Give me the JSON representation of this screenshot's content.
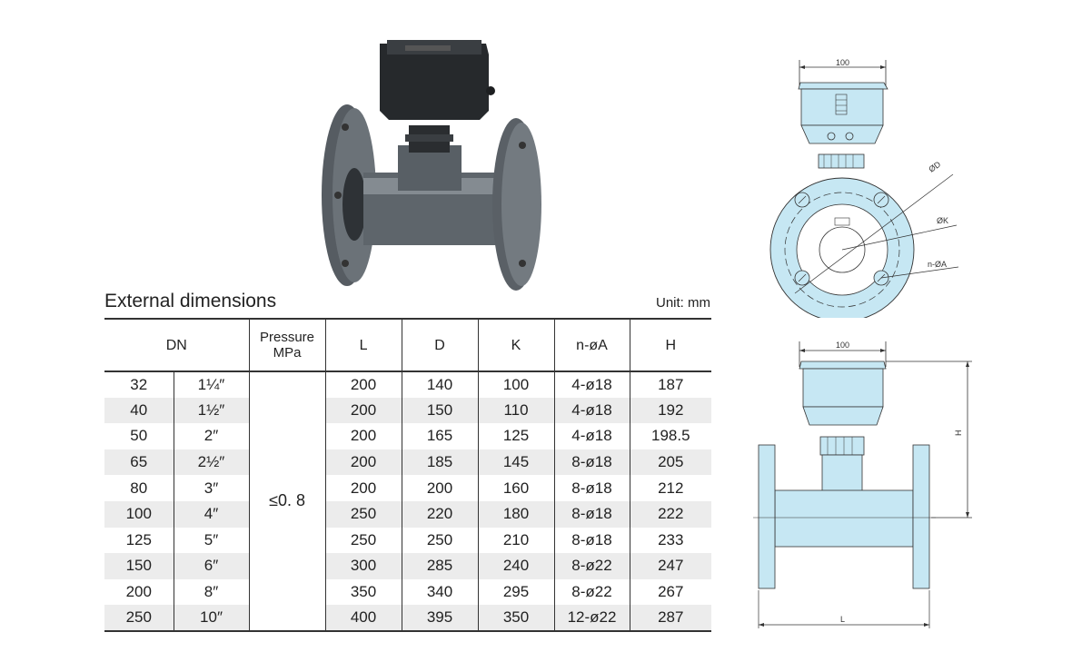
{
  "heading": {
    "title": "External dimensions",
    "unit": "Unit: mm"
  },
  "table": {
    "headers": {
      "dn": "DN",
      "pressure_line1": "Pressure",
      "pressure_line2": "MPa",
      "l": "L",
      "d": "D",
      "k": "K",
      "holes": "n-øA",
      "h": "H"
    },
    "pressure_value": "≤0. 8",
    "rows": [
      {
        "dn_mm": "32",
        "dn_in": "1¼″",
        "l": "200",
        "d": "140",
        "k": "100",
        "holes": "4-ø18",
        "h": "187"
      },
      {
        "dn_mm": "40",
        "dn_in": "1½″",
        "l": "200",
        "d": "150",
        "k": "110",
        "holes": "4-ø18",
        "h": "192"
      },
      {
        "dn_mm": "50",
        "dn_in": "2″",
        "l": "200",
        "d": "165",
        "k": "125",
        "holes": "4-ø18",
        "h": "198.5"
      },
      {
        "dn_mm": "65",
        "dn_in": "2½″",
        "l": "200",
        "d": "185",
        "k": "145",
        "holes": "8-ø18",
        "h": "205"
      },
      {
        "dn_mm": "80",
        "dn_in": "3″",
        "l": "200",
        "d": "200",
        "k": "160",
        "holes": "8-ø18",
        "h": "212"
      },
      {
        "dn_mm": "100",
        "dn_in": "4″",
        "l": "250",
        "d": "220",
        "k": "180",
        "holes": "8-ø18",
        "h": "222"
      },
      {
        "dn_mm": "125",
        "dn_in": "5″",
        "l": "250",
        "d": "250",
        "k": "210",
        "holes": "8-ø18",
        "h": "233"
      },
      {
        "dn_mm": "150",
        "dn_in": "6″",
        "l": "300",
        "d": "285",
        "k": "240",
        "holes": "8-ø22",
        "h": "247"
      },
      {
        "dn_mm": "200",
        "dn_in": "8″",
        "l": "350",
        "d": "340",
        "k": "295",
        "holes": "8-ø22",
        "h": "267"
      },
      {
        "dn_mm": "250",
        "dn_in": "10″",
        "l": "400",
        "d": "395",
        "k": "350",
        "holes": "12-ø22",
        "h": "287"
      }
    ]
  },
  "drawing_top": {
    "width_label": "100",
    "d_label": "ØD",
    "k_label": "ØK",
    "hole_label": "n-ØA"
  },
  "drawing_side": {
    "width_label": "100",
    "height_label": "H",
    "length_label": "L"
  },
  "colors": {
    "part_fill": "#c6e7f3",
    "line": "#333333",
    "shade_row": "#ececec",
    "body_gray": "#50565c"
  }
}
